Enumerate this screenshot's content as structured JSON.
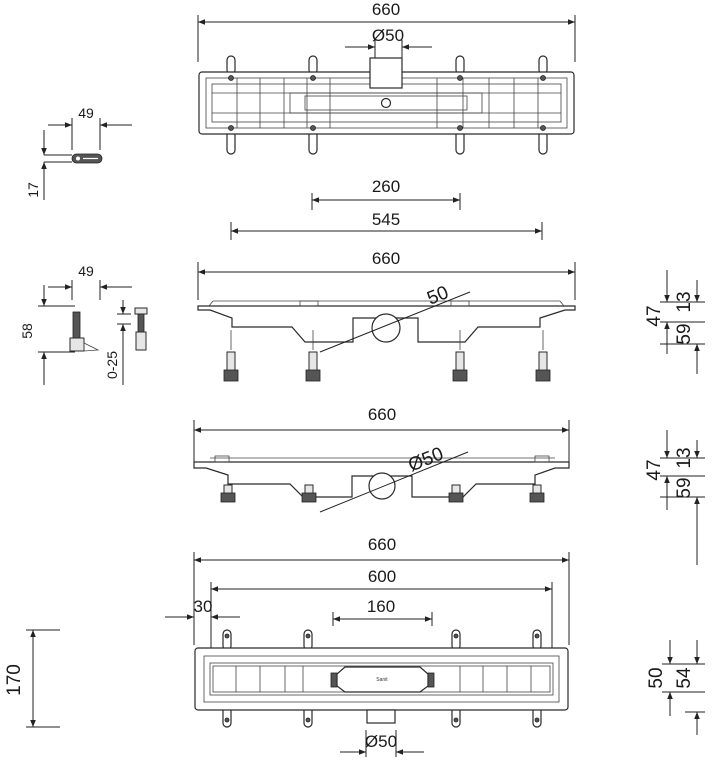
{
  "top_view": {
    "dim_length": "660",
    "dim_outlet": "Ø50"
  },
  "side_view_1": {
    "dim_260": "260",
    "dim_545": "545",
    "dim_660": "660",
    "dim_outlet": "50",
    "dim_47": "47",
    "dim_13": "13",
    "dim_59": "59"
  },
  "side_view_2": {
    "dim_660": "660",
    "dim_outlet": "Ø50",
    "dim_47": "47",
    "dim_13": "13",
    "dim_59": "59"
  },
  "bottom_view": {
    "dim_660": "660",
    "dim_600": "600",
    "dim_30": "30",
    "dim_160": "160",
    "dim_170": "170",
    "dim_50": "50",
    "dim_54": "54",
    "dim_outlet": "Ø50",
    "brand": "Sanit"
  },
  "detail_clip": {
    "dim_49": "49",
    "dim_17": "17"
  },
  "detail_leg": {
    "dim_49": "49",
    "dim_58": "58",
    "dim_0_25": "0-25"
  }
}
